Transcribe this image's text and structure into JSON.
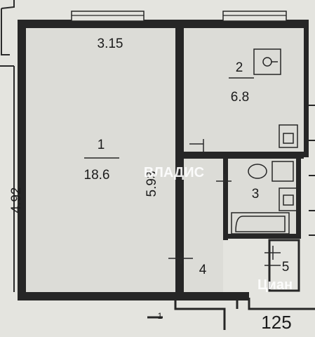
{
  "rooms": [
    {
      "number": "1",
      "area": "18.6"
    },
    {
      "number": "2",
      "area": "6.8"
    },
    {
      "number": "3"
    },
    {
      "number": "4"
    },
    {
      "number": "5"
    }
  ],
  "dimensions": {
    "top_width": "3.15",
    "left_height": "4.92",
    "inner_height": "5.93",
    "bottom_code": "125",
    "bottom_mark": "1"
  },
  "watermarks": {
    "center": "ВЛАДИС",
    "corner": "Циан"
  },
  "colors": {
    "background": "#e4e4df",
    "wall": "#262626",
    "line": "#2f2f2f"
  }
}
